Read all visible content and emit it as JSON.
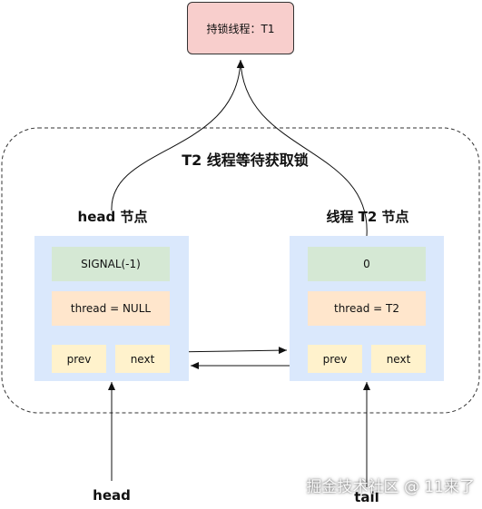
{
  "lock_holder": {
    "label": "持锁线程：T1"
  },
  "queue": {
    "title": "T2 线程等待获取锁"
  },
  "head_node": {
    "label": "head 节点",
    "waitStatus": "SIGNAL(-1)",
    "thread": "thread = NULL",
    "prev": "prev",
    "next": "next"
  },
  "t2_node": {
    "label": "线程 T2 节点",
    "waitStatus": "0",
    "thread": "thread = T2",
    "prev": "prev",
    "next": "next"
  },
  "pointers": {
    "head": "head",
    "tail": "tail"
  },
  "watermark": "掘金技术社区 @ 11来了",
  "colors": {
    "lock_fill": "#f8cecc",
    "node_panel": "#dae8fc",
    "status_cell": "#d5e8d4",
    "thread_cell": "#ffe6cc",
    "link_cell": "#fff2cc"
  }
}
